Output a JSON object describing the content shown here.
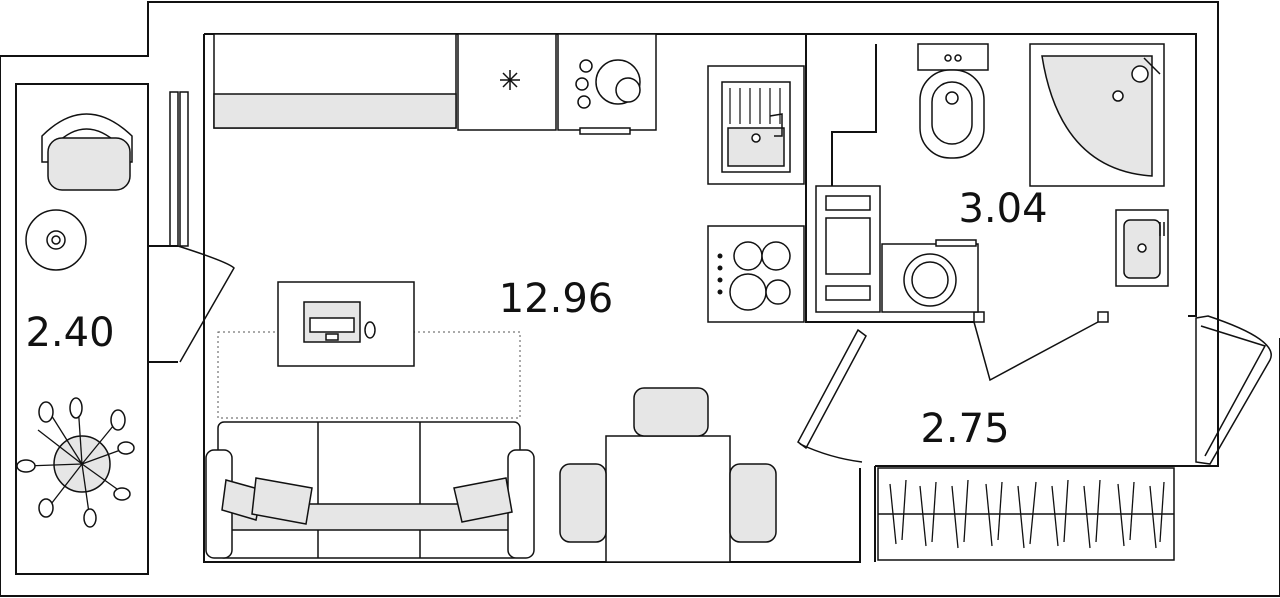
{
  "plan": {
    "rooms": [
      {
        "id": "main-room",
        "area": "12.96"
      },
      {
        "id": "bathroom",
        "area": "3.04"
      },
      {
        "id": "loggia",
        "area": "2.40"
      },
      {
        "id": "hall",
        "area": "2.75"
      }
    ]
  }
}
